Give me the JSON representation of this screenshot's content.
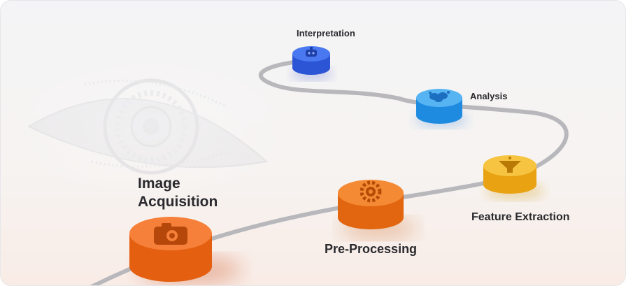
{
  "steps": [
    {
      "id": "image-acquisition",
      "label_line1": "Image",
      "label_line2": "Acquisition",
      "color": "#f07a2a",
      "icon": "camera-icon"
    },
    {
      "id": "pre-processing",
      "label": "Pre-Processing",
      "color": "#ef7b24",
      "icon": "gear-icon"
    },
    {
      "id": "feature-extraction",
      "label": "Feature Extraction",
      "color": "#f3b52a",
      "icon": "funnel-icon"
    },
    {
      "id": "analysis",
      "label": "Analysis",
      "color": "#3f9fe8",
      "icon": "brain-icon"
    },
    {
      "id": "interpretation",
      "label": "Interpretation",
      "color": "#3b67e3",
      "icon": "robot-icon"
    }
  ],
  "colors": {
    "path": "#b8b8bc",
    "orange": "#f07a2a",
    "yellow": "#f3b52a",
    "lightblue": "#3f9fe8",
    "blue": "#3b67e3"
  }
}
